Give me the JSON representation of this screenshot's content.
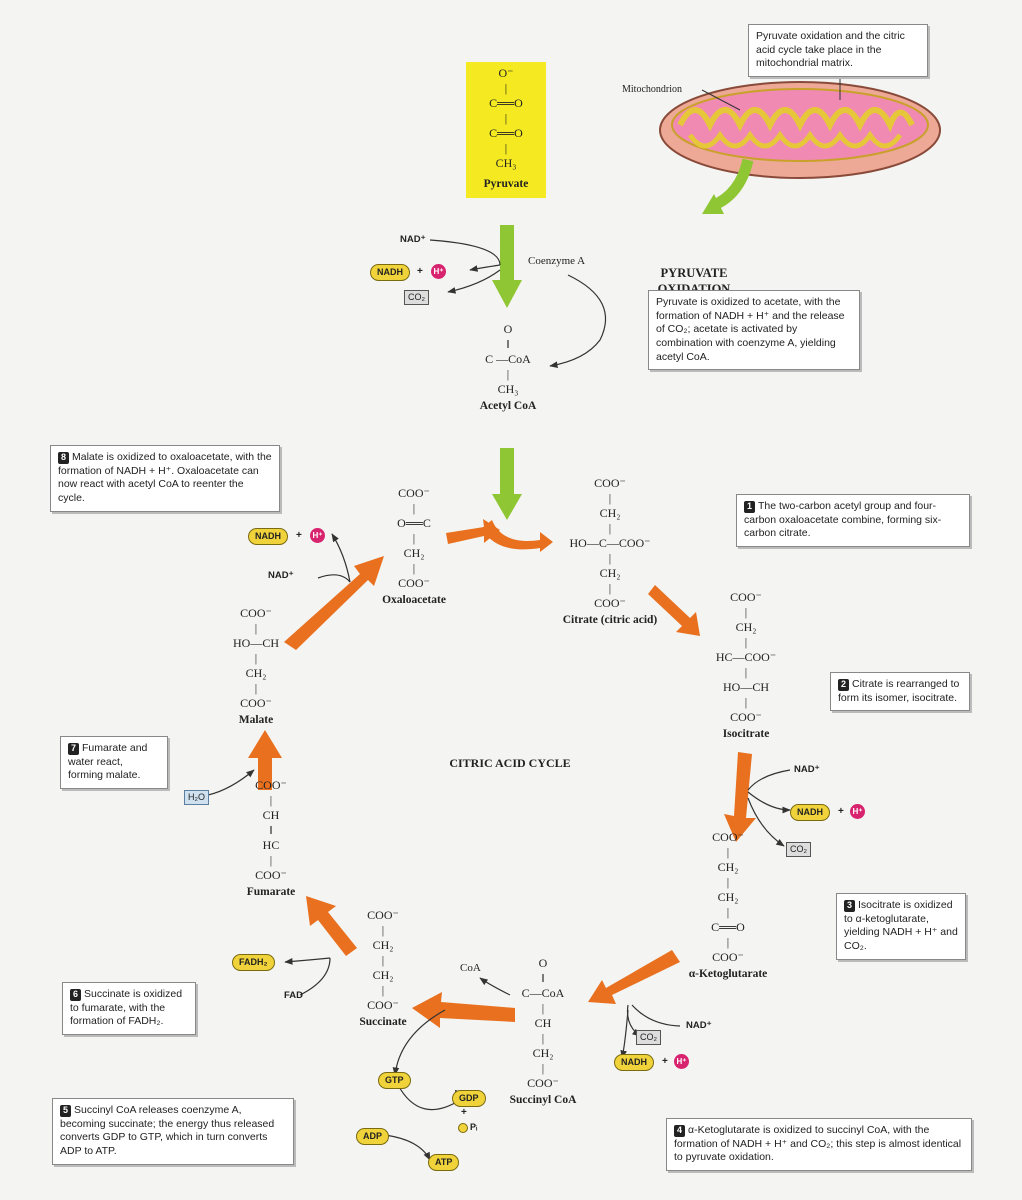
{
  "molecules": {
    "pyruvate": {
      "formula": [
        "O⁻",
        "|",
        "C══O",
        "|",
        "C══O",
        "|",
        "CH₃"
      ],
      "name": "Pyruvate"
    },
    "acetyl_coa": {
      "formula": [
        "O",
        "‖",
        "C —CoA",
        "|",
        "CH₃"
      ],
      "name": "Acetyl CoA"
    },
    "oxaloacetate": {
      "formula": [
        "COO⁻",
        "|",
        "O══C",
        "|",
        "CH₂",
        "|",
        "COO⁻"
      ],
      "name": "Oxaloacetate"
    },
    "citrate": {
      "formula": [
        "COO⁻",
        "|",
        "CH₂",
        "|",
        "HO—C—COO⁻",
        "|",
        "CH₂",
        "|",
        "COO⁻"
      ],
      "name": "Citrate (citric acid)"
    },
    "isocitrate": {
      "formula": [
        "COO⁻",
        "|",
        "CH₂",
        "|",
        "HC—COO⁻",
        "|",
        "HO—CH",
        "|",
        "COO⁻"
      ],
      "name": "Isocitrate"
    },
    "ketoglutarate": {
      "formula": [
        "COO⁻",
        "|",
        "CH₂",
        "|",
        "CH₂",
        "|",
        "C══O",
        "|",
        "COO⁻"
      ],
      "name": "α-Ketoglutarate"
    },
    "succinyl_coa": {
      "formula": [
        "O",
        "‖",
        "C—CoA",
        "|",
        "CH",
        "|",
        "CH₂",
        "|",
        "COO⁻"
      ],
      "name": "Succinyl CoA"
    },
    "succinate": {
      "formula": [
        "COO⁻",
        "|",
        "CH₂",
        "|",
        "CH₂",
        "|",
        "COO⁻"
      ],
      "name": "Succinate"
    },
    "fumarate": {
      "formula": [
        "COO⁻",
        "|",
        "CH",
        "‖",
        "HC",
        "|",
        "COO⁻"
      ],
      "name": "Fumarate"
    },
    "malate": {
      "formula": [
        "COO⁻",
        "|",
        "HO—CH",
        "|",
        "CH₂",
        "|",
        "COO⁻"
      ],
      "name": "Malate"
    }
  },
  "mitochondrion_label": "Mitochondrion",
  "matrix_note": "Pyruvate oxidation and the citric acid cycle take place in the mitochondrial matrix.",
  "coenzyme_a": "Coenzyme A",
  "pyruvate_oxidation": {
    "heading": "PYRUVATE OXIDATION",
    "text": "Pyruvate is oxidized to acetate, with the formation of NADH + H⁺ and the release of CO₂; acetate is activated by combination with coenzyme A, yielding acetyl CoA."
  },
  "cycle_title": "CITRIC ACID CYCLE",
  "steps": [
    {
      "num": "1",
      "text": "The two-carbon acetyl group and four-carbon oxaloacetate combine, forming six-carbon citrate."
    },
    {
      "num": "2",
      "text": "Citrate is rearranged to form its isomer, isocitrate."
    },
    {
      "num": "3",
      "text": "Isocitrate is oxidized to α-ketoglutarate, yielding NADH + H⁺ and CO₂."
    },
    {
      "num": "4",
      "text": "α-Ketoglutarate is oxidized to succinyl CoA, with the formation of NADH + H⁺ and CO₂; this step is almost identical to pyruvate oxidation."
    },
    {
      "num": "5",
      "text": "Succinyl CoA releases coenzyme A, becoming succinate; the energy thus released converts GDP to GTP, which in turn converts ADP to ATP."
    },
    {
      "num": "6",
      "text": "Succinate is oxidized to fumarate, with the formation of FADH₂."
    },
    {
      "num": "7",
      "text": "Fumarate and water react, forming malate."
    },
    {
      "num": "8",
      "text": "Malate is oxidized to oxaloacetate, with the formation of NADH + H⁺. Oxaloacetate can now react with acetyl CoA to reenter the cycle."
    }
  ],
  "cofactors": {
    "nad_plus": "NAD⁺",
    "nadh": "NADH",
    "h_plus": "H⁺",
    "plus": "+",
    "co2": "CO₂",
    "fad": "FAD",
    "fadh2": "FADH₂",
    "h2o": "H₂O",
    "coa": "CoA",
    "gtp": "GTP",
    "gdp": "GDP",
    "adp": "ADP",
    "atp": "ATP",
    "pi": "Pᵢ"
  },
  "colors": {
    "cycle_arrow": "#e8701e",
    "green_arrow": "#8fc634",
    "pyruvate_highlight": "#f5ea21",
    "h_plus": "#d8236f",
    "pill": "#f0d33a",
    "mitochondrion_outer": "#eda896",
    "mitochondrion_inner": "#f08ab2"
  }
}
